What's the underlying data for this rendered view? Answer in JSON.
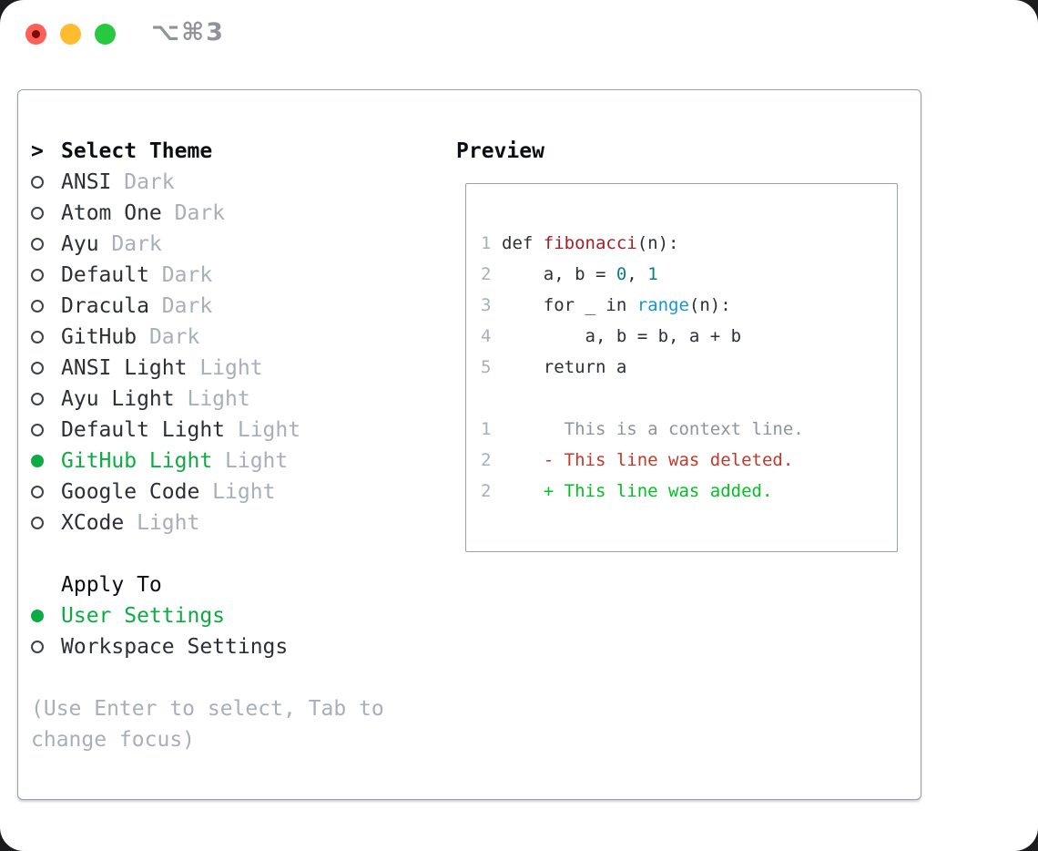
{
  "palette": {
    "text_dark": "#2b3036",
    "text_black": "#0b0e12",
    "muted": "#a7afbb",
    "ring": "#3e444c",
    "ctx_gray": "#8d949c",
    "green_select": "#0cab43",
    "green_added": "#00c121",
    "red_deleted": "#c4372a",
    "red_func": "#a81e24",
    "teal_num": "#0b7e84",
    "blue_builtin": "#1795d4",
    "border": "#98a0ac",
    "title_gray": "#8f949b",
    "traffic_red": "#ff5f57",
    "traffic_red_dot": "#7e0c06",
    "traffic_yellow": "#febc2e",
    "traffic_green": "#28c840"
  },
  "window": {
    "title": "⌥⌘3",
    "close_label": "close",
    "minimize_label": "minimize",
    "zoom_label": "zoom"
  },
  "theme_list": {
    "header_marker": ">",
    "header": "Select Theme",
    "items": [
      {
        "name": "ANSI",
        "variant": "Dark",
        "selected": false
      },
      {
        "name": "Atom One",
        "variant": "Dark",
        "selected": false
      },
      {
        "name": "Ayu",
        "variant": "Dark",
        "selected": false
      },
      {
        "name": "Default",
        "variant": "Dark",
        "selected": false
      },
      {
        "name": "Dracula",
        "variant": "Dark",
        "selected": false
      },
      {
        "name": "GitHub",
        "variant": "Dark",
        "selected": false
      },
      {
        "name": "ANSI Light",
        "variant": "Light",
        "selected": false
      },
      {
        "name": "Ayu Light",
        "variant": "Light",
        "selected": false
      },
      {
        "name": "Default Light",
        "variant": "Light",
        "selected": false
      },
      {
        "name": "GitHub Light",
        "variant": "Light",
        "selected": true
      },
      {
        "name": "Google Code",
        "variant": "Light",
        "selected": false
      },
      {
        "name": "XCode",
        "variant": "Light",
        "selected": false
      }
    ]
  },
  "apply_to": {
    "header": "Apply To",
    "options": [
      {
        "label": "User Settings",
        "selected": true
      },
      {
        "label": "Workspace Settings",
        "selected": false
      }
    ]
  },
  "hint_lines": [
    "(Use Enter to select, Tab to",
    "change focus)"
  ],
  "preview": {
    "header": "Preview",
    "lines": [
      {
        "kind": "code",
        "num": "1",
        "segments": [
          {
            "t": "def ",
            "c": "text_dark"
          },
          {
            "t": "fibonacci",
            "c": "red_func"
          },
          {
            "t": "(n):",
            "c": "text_dark"
          }
        ]
      },
      {
        "kind": "code",
        "num": "2",
        "segments": [
          {
            "t": "    a, b = ",
            "c": "text_dark"
          },
          {
            "t": "0",
            "c": "teal_num"
          },
          {
            "t": ", ",
            "c": "text_dark"
          },
          {
            "t": "1",
            "c": "teal_num"
          }
        ]
      },
      {
        "kind": "code",
        "num": "3",
        "segments": [
          {
            "t": "    for _ in ",
            "c": "text_dark"
          },
          {
            "t": "range",
            "c": "blue_builtin"
          },
          {
            "t": "(n):",
            "c": "text_dark"
          }
        ]
      },
      {
        "kind": "code",
        "num": "4",
        "segments": [
          {
            "t": "        a, b = b, a + b",
            "c": "text_dark"
          }
        ]
      },
      {
        "kind": "code",
        "num": "5",
        "segments": [
          {
            "t": "    return a",
            "c": "text_dark"
          }
        ]
      },
      {
        "kind": "blank",
        "num": "",
        "segments": []
      },
      {
        "kind": "diff-context",
        "num": "1",
        "segments": [
          {
            "t": "      This is a context line.",
            "c": "ctx_gray"
          }
        ]
      },
      {
        "kind": "diff-deleted",
        "num": "2",
        "segments": [
          {
            "t": "    - This line was deleted.",
            "c": "red_deleted"
          }
        ]
      },
      {
        "kind": "diff-added",
        "num": "2",
        "segments": [
          {
            "t": "    + This line was added.",
            "c": "green_added"
          }
        ]
      }
    ]
  }
}
